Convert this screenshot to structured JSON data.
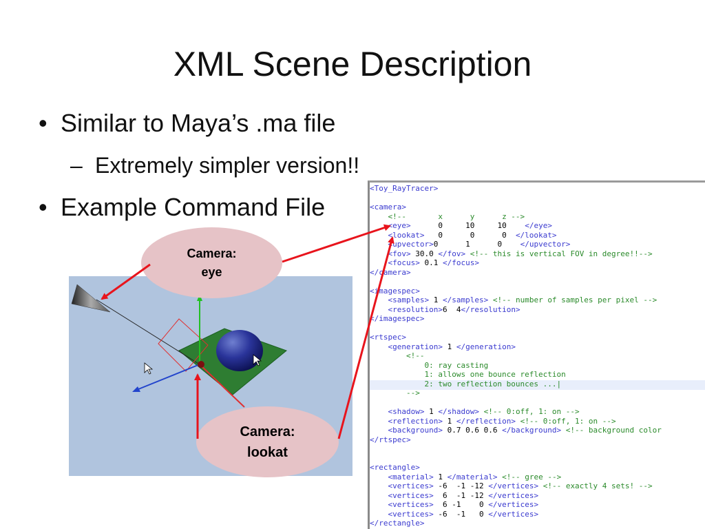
{
  "slide": {
    "title": "XML Scene Description",
    "bullets": [
      {
        "marker": "•",
        "text": "Similar to Maya’s .ma file"
      },
      {
        "marker": "–",
        "text": "Extremely simpler version!!"
      },
      {
        "marker": "•",
        "text": "Example Command File"
      }
    ]
  },
  "callouts": {
    "eye": {
      "line1": "Camera:",
      "line2": "eye"
    },
    "lookat": {
      "line1": "Camera:",
      "line2": "lookat"
    }
  },
  "xml": {
    "lines": [
      "<Toy_RayTracer>",
      "",
      "<camera>",
      "    <!--       x      y      z -->",
      "    <eye>      0     10     10    </eye>",
      "    <lookat>   0      0      0  </lookat>",
      "    <upvector>0      1      0    </upvector>",
      "    <fov> 30.0 </fov> <!-- this is vertical FOV in degree!!-->",
      "    <focus> 0.1 </focus>",
      "</camera>",
      "",
      "<imagespec>",
      "    <samples> 1 </samples> <!-- number of samples per pixel -->",
      "    <resolution>6  4</resolution>",
      "</imagespec>",
      "",
      "<rtspec>",
      "    <generation> 1 </generation>",
      "        <!--",
      "            0: ray casting",
      "            1: allows one bounce reflection",
      "            2: two reflection bounces ...|",
      "        -->",
      "",
      "    <shadow> 1 </shadow> <!-- 0:off, 1: on -->",
      "    <reflection> 1 </reflection> <!-- 0:off, 1: on -->",
      "    <background> 0.7 0.6 0.6 </background> <!-- background color",
      "</rtspec>",
      "",
      "",
      "<rectangle>",
      "    <material> 1 </material> <!-- gree -->",
      "    <vertices> -6  -1 -12 </vertices> <!-- exactly 4 sets! -->",
      "    <vertices>  6  -1 -12 </vertices>",
      "    <vertices>  6 -1    0 </vertices>",
      "    <vertices> -6  -1   0 </vertices>",
      "</rectangle>"
    ]
  },
  "colors": {
    "tag": "#3a3acf",
    "comment": "#2a8a2a",
    "arrow": "#e8141c",
    "callout_fill": "#e6c3c7",
    "scene_bg": "#b0c4de",
    "plane": "#2e7d32",
    "sphere": "#1a237e"
  }
}
